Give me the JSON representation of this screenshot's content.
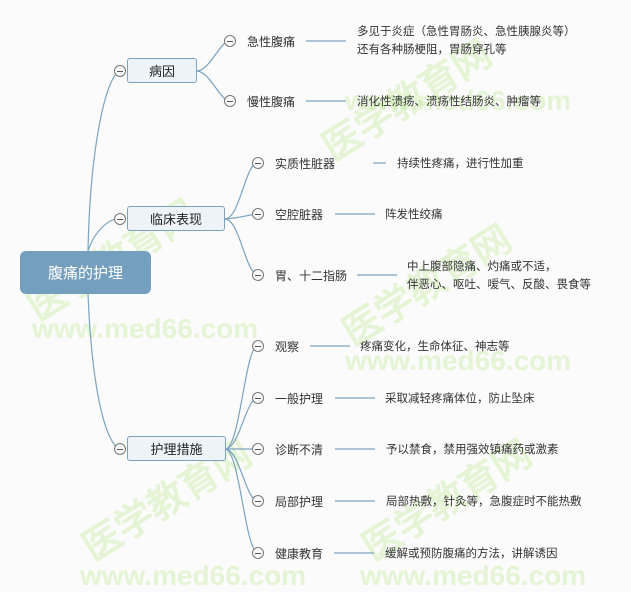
{
  "root": {
    "label": "腹痛的护理"
  },
  "branches": [
    {
      "label": "病因",
      "children": [
        {
          "label": "急性腹痛",
          "detail": [
            "多见于炎症（急性胃肠炎、急性胰腺炎等）",
            "还有各种肠梗阻，胃肠穿孔等"
          ]
        },
        {
          "label": "慢性腹痛",
          "detail": [
            "消化性溃疡、溃疡性结肠炎、肿瘤等"
          ]
        }
      ]
    },
    {
      "label": "临床表现",
      "children": [
        {
          "label": "实质性脏器",
          "detail": [
            "持续性疼痛，进行性加重"
          ]
        },
        {
          "label": "空腔脏器",
          "detail": [
            "阵发性绞痛"
          ]
        },
        {
          "label": "胃、十二指肠",
          "detail": [
            "中上腹部隐痛、灼痛或不适，",
            "伴恶心、呕吐、嗳气、反酸、畏食等"
          ]
        }
      ]
    },
    {
      "label": "护理措施",
      "children": [
        {
          "label": "观察",
          "detail": [
            "疼痛变化，生命体征、神志等"
          ]
        },
        {
          "label": "一般护理",
          "detail": [
            "采取减轻疼痛体位，防止坠床"
          ]
        },
        {
          "label": "诊断不清",
          "detail": [
            "予以禁食，禁用强效镇痛药或激素"
          ]
        },
        {
          "label": "局部护理",
          "detail": [
            "局部热敷，针灸等，急腹症时不能热敷"
          ]
        },
        {
          "label": "健康教育",
          "detail": [
            "缓解或预防腹痛的方法，讲解诱因"
          ]
        }
      ]
    }
  ],
  "watermark": {
    "url": "www.med66.com",
    "cn": "医学教育网"
  },
  "colors": {
    "root_bg": "#759fbf",
    "line": "#7ba3c0",
    "node_bg": "#eef3f7",
    "watermark": "#c5ec9a"
  }
}
